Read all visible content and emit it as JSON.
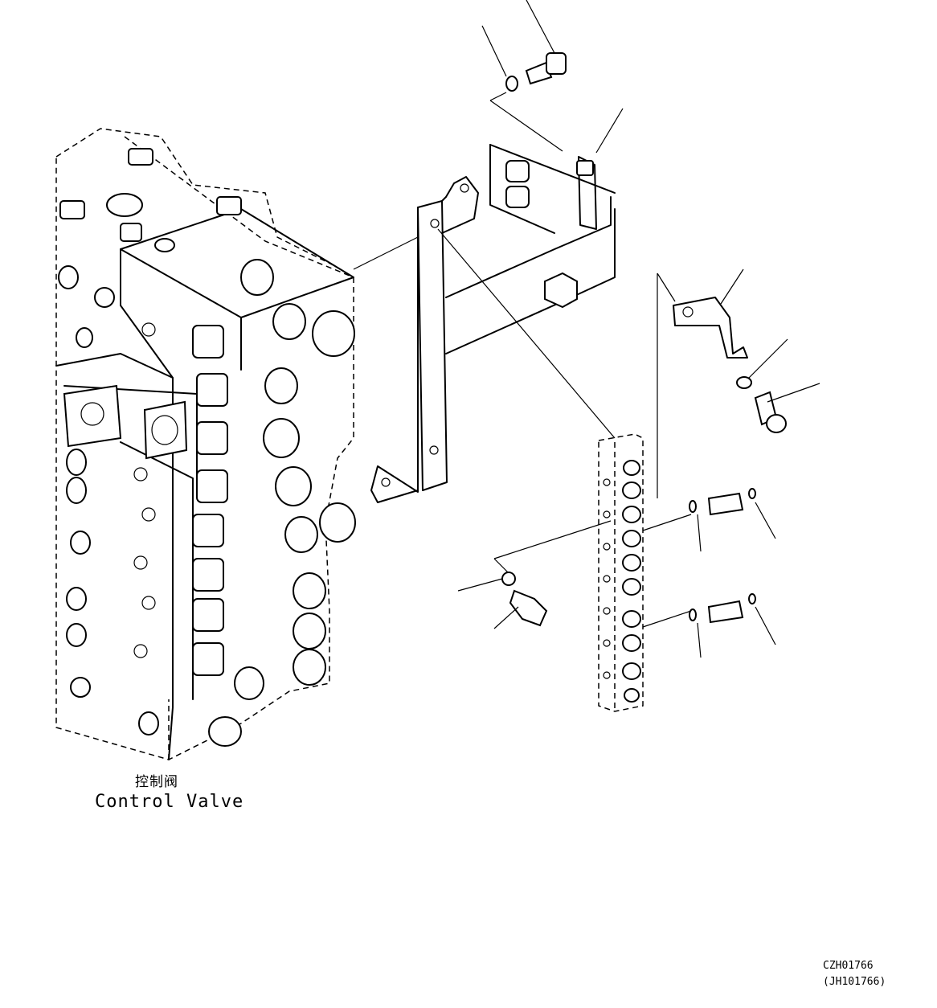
{
  "labels": {
    "component_cn": "控制阀",
    "component_en": "Control Valve"
  },
  "drawing_codes": {
    "primary": "CZH01766",
    "secondary": "(JH101766)"
  }
}
